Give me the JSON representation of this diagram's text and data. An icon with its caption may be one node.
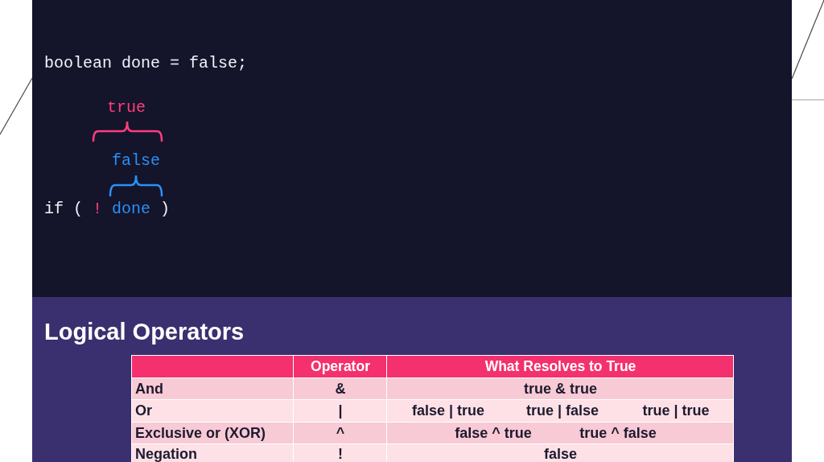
{
  "diagram": {
    "title": "Logical Operators",
    "labels": [
      "boolean done = false;",
      "true",
      "false",
      "if (",
      "!",
      "done",
      ")",
      "Operator",
      "What Resolves to True",
      "And",
      "&",
      "true & true",
      "Or",
      "|",
      "false | true",
      "true | false",
      "true | true",
      "Exclusive or (XOR)",
      "^",
      "false ^ true",
      "true ^ false",
      "Negation",
      "!",
      "false"
    ]
  }
}
